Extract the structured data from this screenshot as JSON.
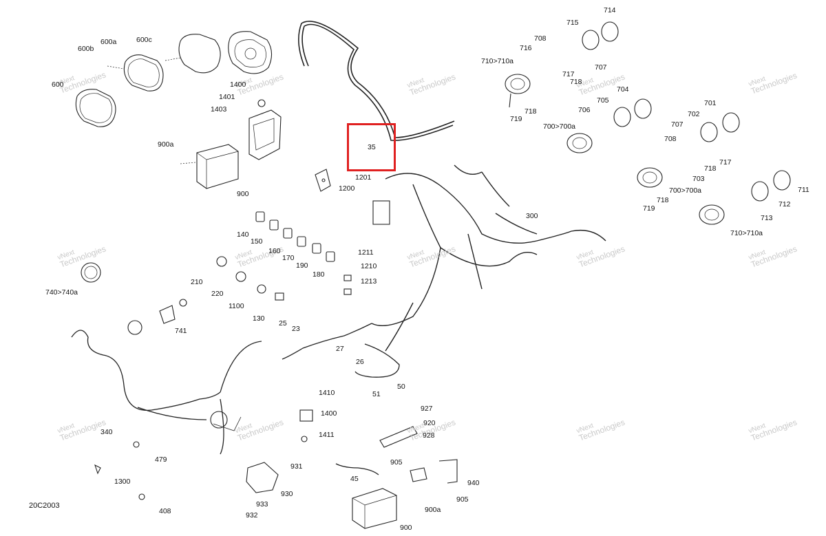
{
  "document_code": "20C2003",
  "watermark": {
    "line1": "vNext",
    "line2": "Technologies"
  },
  "highlight": {
    "part": "35",
    "color": "#e02020"
  },
  "callouts": {
    "c600": "600",
    "c600a": "600a",
    "c600b": "600b",
    "c600c": "600c",
    "c1400top": "1400",
    "c1401": "1401",
    "c1403": "1403",
    "c900a_top": "900a",
    "c900_top": "900",
    "c35": "35",
    "c1201": "1201",
    "c1200": "1200",
    "c708_top": "708",
    "c716": "716",
    "c715": "715",
    "c714": "714",
    "c710": "710>710a",
    "c707_top": "707",
    "c717_top": "717",
    "c718_a": "718",
    "c718_b": "718",
    "c719_top": "719",
    "c704": "704",
    "c705": "705",
    "c706": "706",
    "c700": "700>700a",
    "c701": "701",
    "c702": "702",
    "c707_r": "707",
    "c708_r": "708",
    "c717_r": "717",
    "c718_r": "718",
    "c703": "703",
    "c700r": "700>700a",
    "c718_r2": "718",
    "c719_r": "719",
    "c711": "711",
    "c712": "712",
    "c713": "713",
    "c710r": "710>710a",
    "c300": "300",
    "c140": "140",
    "c150": "150",
    "c160": "160",
    "c170": "170",
    "c190": "190",
    "c180": "180",
    "c1211": "1211",
    "c1210": "1210",
    "c1213": "1213",
    "c210": "210",
    "c220": "220",
    "c1100": "1100",
    "c130": "130",
    "c25": "25",
    "c23": "23",
    "c741": "741",
    "c740": "740>740a",
    "c27": "27",
    "c26": "26",
    "c51": "51",
    "c50": "50",
    "c1410": "1410",
    "c1400": "1400",
    "c1411": "1411",
    "c340": "340",
    "c479": "479",
    "c1300": "1300",
    "c408": "408",
    "c927": "927",
    "c920": "920",
    "c928": "928",
    "c931": "931",
    "c930": "930",
    "c933": "933",
    "c932": "932",
    "c45": "45",
    "c905_top": "905",
    "c940": "940",
    "c905_bot": "905",
    "c900a_bot": "900a",
    "c900_bot": "900"
  }
}
